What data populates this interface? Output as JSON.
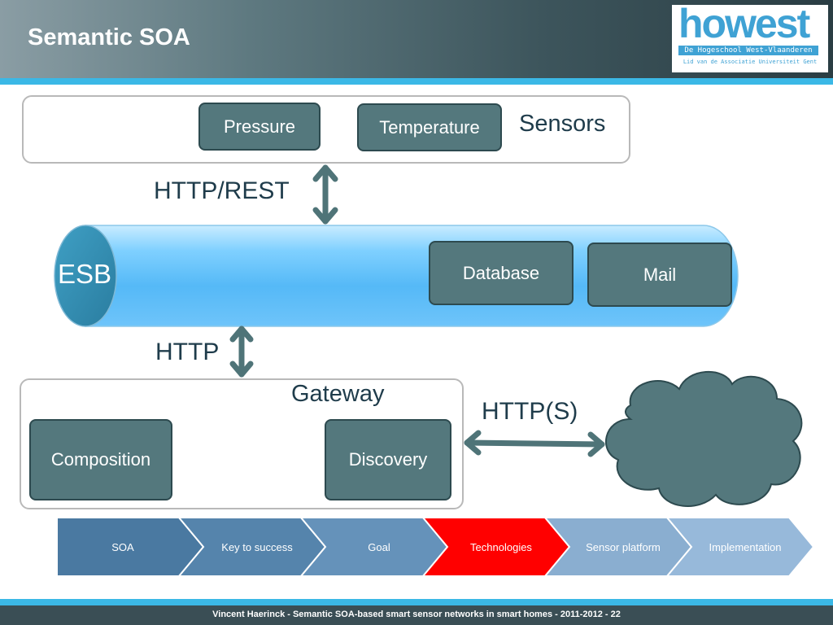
{
  "slide": {
    "title": "Semantic SOA",
    "logo": {
      "name": "howest",
      "line1": "De Hogeschool West-Vlaanderen",
      "line2": "Lid van de Associatie Universiteit Gent"
    }
  },
  "diagram": {
    "sensors_label": "Sensors",
    "sensors": [
      "Pressure",
      "Temperature"
    ],
    "link_top": "HTTP/REST",
    "esb_label": "ESB",
    "esb_services": [
      "Database",
      "Mail"
    ],
    "link_mid": "HTTP",
    "gateway_label": "Gateway",
    "gateway_components": [
      "Composition",
      "Discovery"
    ],
    "link_cloud": "HTTP(S)"
  },
  "nav": {
    "steps": [
      "SOA",
      "Key to success",
      "Goal",
      "Technologies",
      "Sensor platform",
      "Implementation"
    ],
    "active": "Technologies",
    "colors": [
      "#4a79a1",
      "#5584ac",
      "#6592ba",
      "#ff0000",
      "#8aaed0",
      "#97b9da"
    ]
  },
  "footer": {
    "text": "Vincent Haerinck  -  Semantic SOA-based smart sensor networks in smart homes -  2011-2012  -  22"
  },
  "colors": {
    "node_fill": "#54787d",
    "arrow": "#4f7478",
    "esb_blue": "#5bbcf6",
    "accent_stripe": "#3bb8e6"
  }
}
